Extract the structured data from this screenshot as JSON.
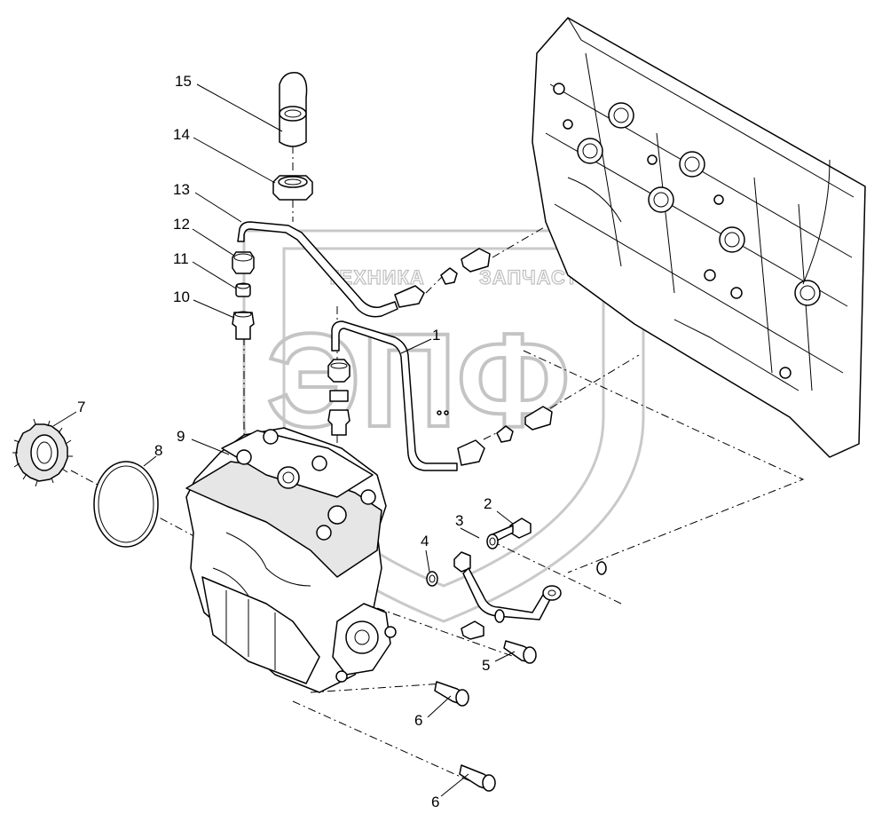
{
  "watermark": {
    "line1_left": "ТЕХНИКА",
    "line1_right": "ЗАПЧАСТИ",
    "logo": "ЭПФ"
  },
  "callouts": {
    "c1": "1",
    "c2": "2",
    "c3": "3",
    "c4": "4",
    "c5": "5",
    "c6a": "6",
    "c6b": "6",
    "c7": "7",
    "c8": "8",
    "c9": "9",
    "c10": "10",
    "c11": "11",
    "c12": "12",
    "c13": "13",
    "c14": "14",
    "c15": "15"
  }
}
